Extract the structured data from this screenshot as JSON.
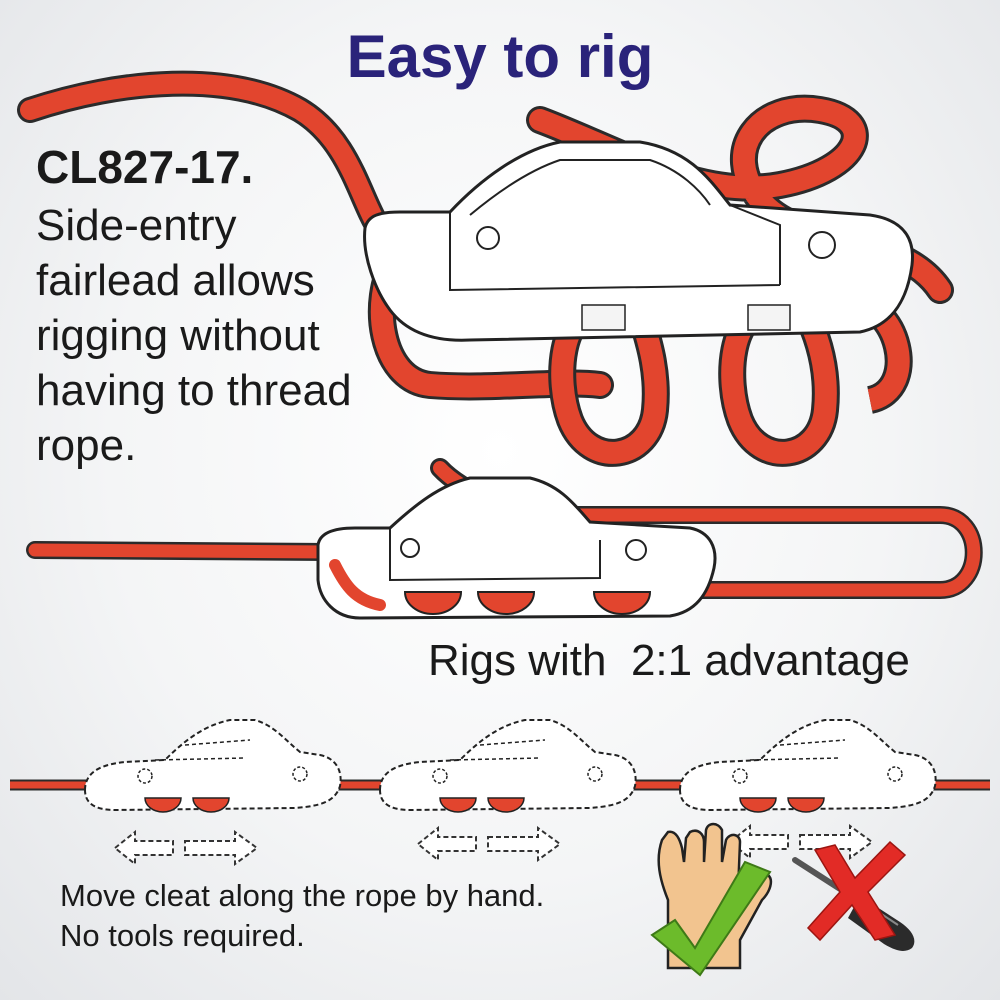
{
  "title": "Easy to rig",
  "product": {
    "model": "CL827-17.",
    "description_lines": [
      "Side-entry",
      "fairlead allows",
      "rigging without",
      "having to thread",
      "rope."
    ]
  },
  "advantage_caption": "Rigs with  2:1 advantage",
  "instructions": {
    "line1": "Move cleat along the rope by hand.",
    "line2": "No tools required."
  },
  "colors": {
    "title": "#2a237a",
    "rope": "#e2452e",
    "rope_outline": "#2b2b2b",
    "check": "#6cbb2b",
    "cross": "#e22b26",
    "skin": "#f2c48f"
  },
  "icons": [
    "open-hand-icon",
    "check-mark-icon",
    "screwdriver-icon",
    "cross-mark-icon",
    "double-arrow-icon"
  ]
}
